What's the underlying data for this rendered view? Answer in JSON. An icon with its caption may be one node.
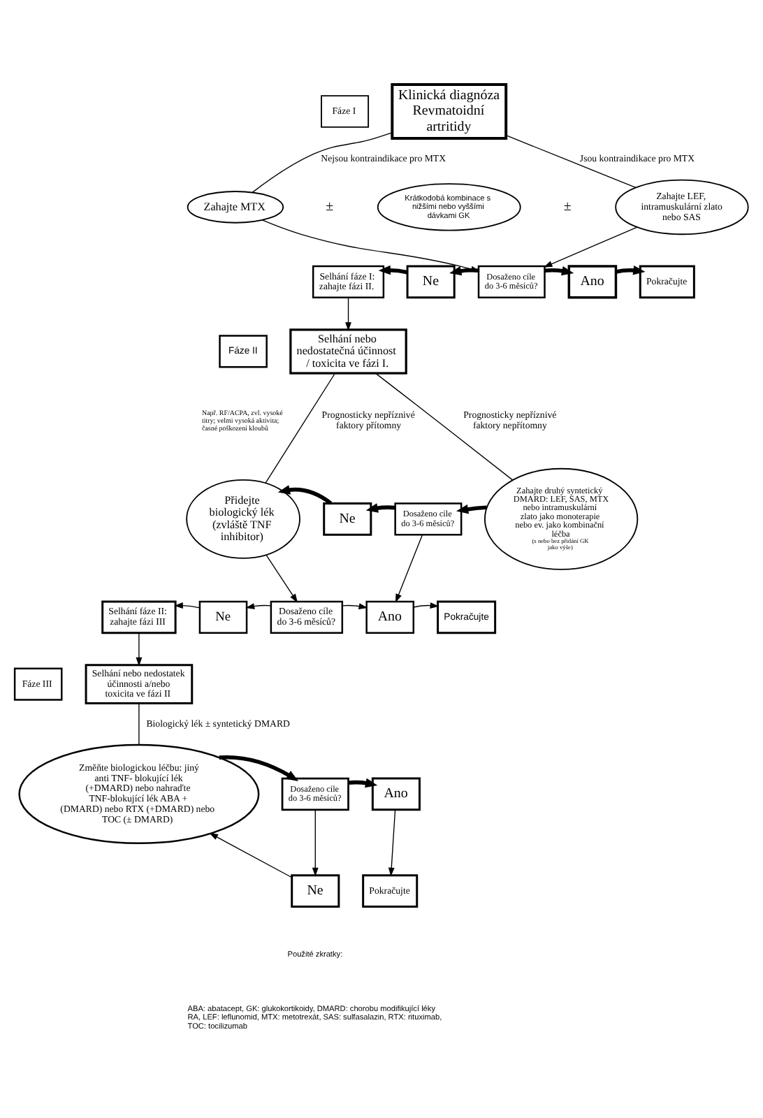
{
  "diagram": {
    "nodes": [
      {
        "text": [
          "Fáze I"
        ]
      },
      {
        "text": [
          "Klinická diagnóza Revmatoidní artritidy"
        ]
      },
      {
        "text": [
          "Zahajte MTX"
        ]
      },
      {
        "text": [
          "Krátkodobá kombinace s nižšími nebo vyššími dávkami GK"
        ]
      },
      {
        "text": [
          "Zahajte LEF, intramuskulární zlato nebo SAS"
        ]
      },
      {
        "text": [
          "Selhání fáze I: zahajte fázi II."
        ]
      },
      {
        "text": [
          "Ne"
        ]
      },
      {
        "text": [
          "Dosaženo cíle do 3-6 měsíců?"
        ]
      },
      {
        "text": [
          "Ano"
        ]
      },
      {
        "text": [
          "Pokračujte"
        ]
      },
      {
        "text": [
          "Fáze II"
        ]
      },
      {
        "text": [
          "Selhání nebo nedostatečná účinnost / toxicita ve fázi I."
        ]
      },
      {
        "text": [
          "Přidejte biologický lék (zvláště TNF inhibitor)"
        ]
      },
      {
        "text": [
          "Ne"
        ]
      },
      {
        "text": [
          "Dosaženo cíle do 3-6 měsíců?"
        ]
      },
      {
        "text": [
          "Zahajte druhý syntetický DMARD: LEF, SAS, MTX nebo intramuskulární zlato jako monoterapie nebo ev. jako kombinační léčba",
          "(s nebo bez přidání GK jako výše)"
        ]
      },
      {
        "text": [
          "Selhání fáze II: zahajte fázi III"
        ]
      },
      {
        "text": [
          "Ne"
        ]
      },
      {
        "text": [
          "Dosaženo cíle do 3-6 měsíců?"
        ]
      },
      {
        "text": [
          "Ano"
        ]
      },
      {
        "text": [
          "Pokračujte"
        ]
      },
      {
        "text": [
          "Fáze III"
        ]
      },
      {
        "text": [
          "Selhání nebo nedostatek účinnosti a/nebo toxicita ve fázi II"
        ]
      },
      {
        "text": [
          "Změňte biologickou léčbu: jiný anti TNF- blokující lék (+DMARD) nebo nahraďte TNF-blokující lék ABA + (DMARD) nebo RTX (+DMARD) nebo TOC (± DMARD)"
        ]
      },
      {
        "text": [
          "Dosaženo cíle do 3-6 měsíců?"
        ]
      },
      {
        "text": [
          "Ano"
        ]
      },
      {
        "text": [
          "Ne"
        ]
      },
      {
        "text": [
          "Pokračujte"
        ]
      }
    ],
    "edges": [
      {
        "from": 1,
        "to": 2,
        "arrow": "none",
        "label": "Nejsou kontraindikace pro MTX"
      },
      {
        "from": 1,
        "to": 4,
        "arrow": "none",
        "label": "Jsou kontraindikace pro MTX"
      },
      {
        "from": 2,
        "to": 7,
        "arrow": "to"
      },
      {
        "from": 4,
        "to": 7,
        "arrow": "to"
      },
      {
        "from": 7,
        "to": 6,
        "arrow": "to",
        "style": "thick"
      },
      {
        "from": 6,
        "to": 5,
        "arrow": "to",
        "style": "thick"
      },
      {
        "from": 7,
        "to": 8,
        "arrow": "to",
        "style": "thick"
      },
      {
        "from": 8,
        "to": 9,
        "arrow": "to",
        "style": "thick"
      },
      {
        "from": 5,
        "to": 11,
        "arrow": "to"
      },
      {
        "from": 11,
        "to": 12,
        "arrow": "none",
        "label": "Prognosticky nepříznivé faktory přítomny"
      },
      {
        "from": 11,
        "to": 15,
        "arrow": "none",
        "label": "Prognosticky nepříznivé faktory nepřítomny"
      },
      {
        "from": 15,
        "to": 14,
        "arrow": "to",
        "style": "thick"
      },
      {
        "from": 14,
        "to": 13,
        "arrow": "to",
        "style": "thick"
      },
      {
        "from": 13,
        "to": 12,
        "arrow": "to",
        "style": "thick"
      },
      {
        "from": 14,
        "to": 19,
        "arrow": "to"
      },
      {
        "from": 12,
        "to": 18,
        "arrow": "to"
      },
      {
        "from": 18,
        "to": 17,
        "arrow": "to"
      },
      {
        "from": 17,
        "to": 16,
        "arrow": "to"
      },
      {
        "from": 18,
        "to": 19,
        "arrow": "to"
      },
      {
        "from": 19,
        "to": 20,
        "arrow": "to"
      },
      {
        "from": 16,
        "to": 22,
        "arrow": "to"
      },
      {
        "from": 22,
        "to": 23,
        "arrow": "none",
        "label": "Biologický lék ± syntetický DMARD"
      },
      {
        "from": 23,
        "to": 24,
        "arrow": "to",
        "style": "thick"
      },
      {
        "from": 24,
        "to": 25,
        "arrow": "to",
        "style": "thick"
      },
      {
        "from": 25,
        "to": 27,
        "arrow": "to"
      },
      {
        "from": 24,
        "to": 26,
        "arrow": "to"
      },
      {
        "from": 26,
        "to": 23,
        "arrow": "to"
      }
    ],
    "labels": [
      "±",
      "±",
      "Např. RF/ACPA, zvl. vysoké titry; velmi vysoká aktivita; časné poškození kloubů",
      "Použité zkratky:",
      "ABA: abatacept, GK: glukokortikoidy, DMARD: chorobu modifikující léky RA, LEF: leflunomid, MTX: metotrexát, SAS: sulfasalazin, RTX: rituximab, TOC: tocilizumab"
    ]
  }
}
